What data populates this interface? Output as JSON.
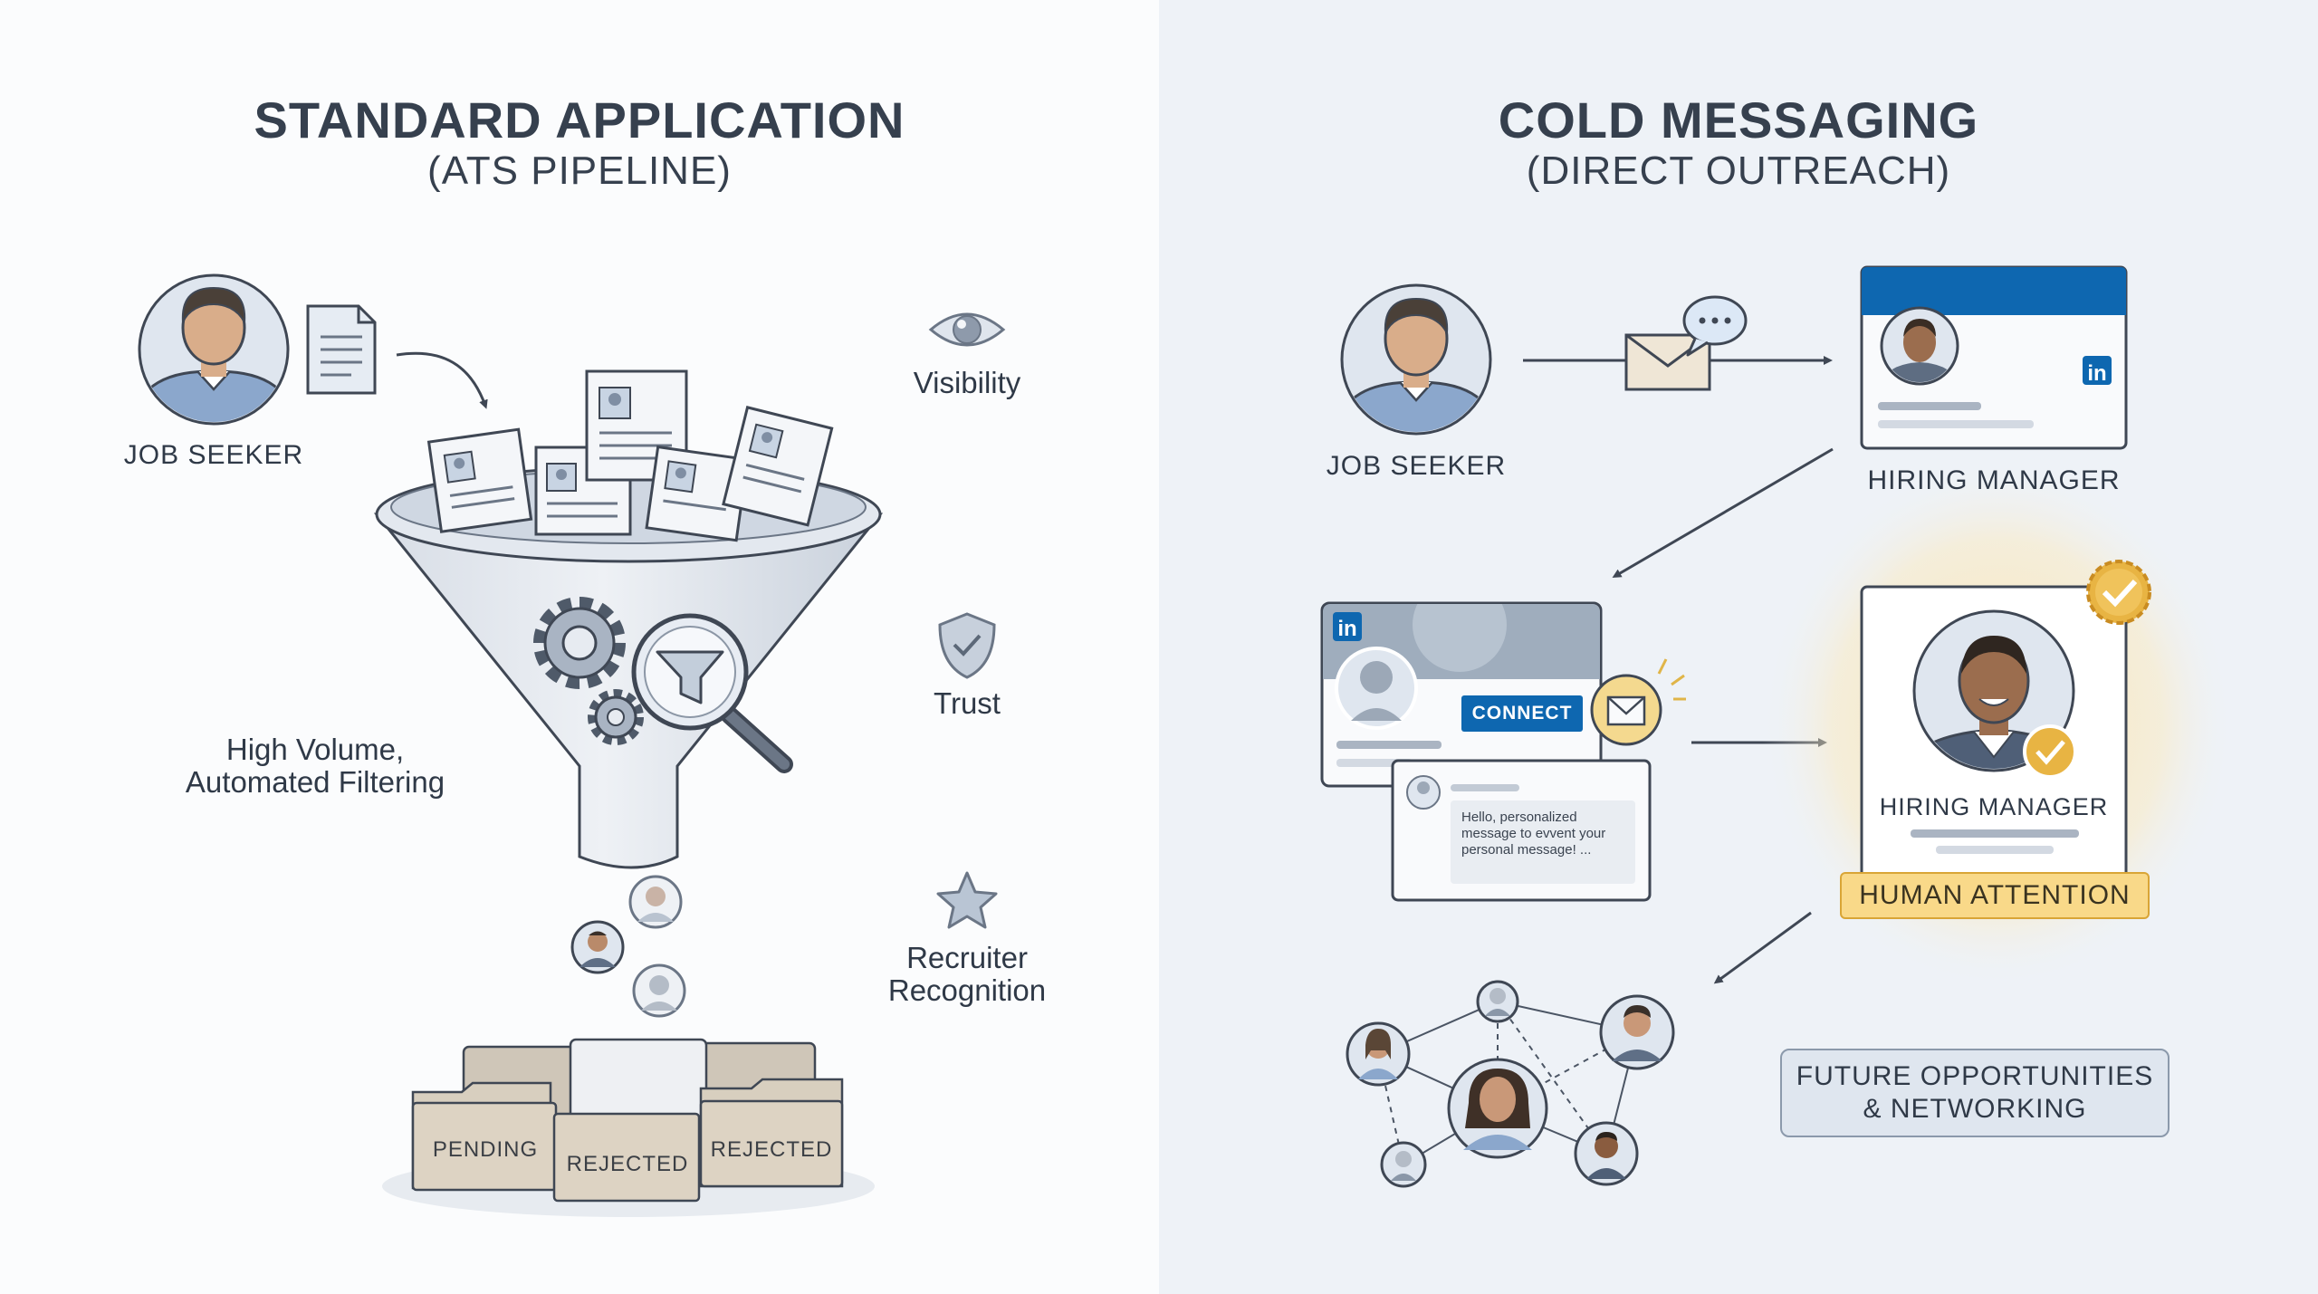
{
  "left": {
    "title": "STANDARD APPLICATION",
    "subtitle": "(ATS PIPELINE)",
    "job_seeker_label": "JOB SEEKER",
    "filter_label": "High Volume, Automated Filtering",
    "benefits": [
      {
        "label": "Visibility",
        "icon": "eye-icon"
      },
      {
        "label": "Trust",
        "icon": "shield-check-icon"
      },
      {
        "label": "Recruiter Recognition",
        "icon": "star-icon"
      }
    ],
    "folders": [
      "PENDING",
      "REJECTED",
      "REJECTED"
    ]
  },
  "right": {
    "title": "COLD MESSAGING",
    "subtitle": "(DIRECT OUTREACH)",
    "job_seeker_label": "JOB SEEKER",
    "hiring_manager_label": "HIRING MANAGER",
    "linkedin_badge": "in",
    "connect_button": "CONNECT",
    "message_text": "Hello, personalized message to evvent your personal message! ...",
    "hiring_manager_card_label": "HIRING MANAGER",
    "human_attention": "HUMAN ATTENTION",
    "future_line1": "FUTURE OPPORTUNITIES",
    "future_line2": "& NETWORKING"
  },
  "colors": {
    "left_bg": "#fbfcfd",
    "right_bg": "#eef2f7",
    "linkedin_blue": "#0e67b0",
    "highlight_gold": "#e8b443",
    "human_attention_fill": "#f9d989"
  }
}
